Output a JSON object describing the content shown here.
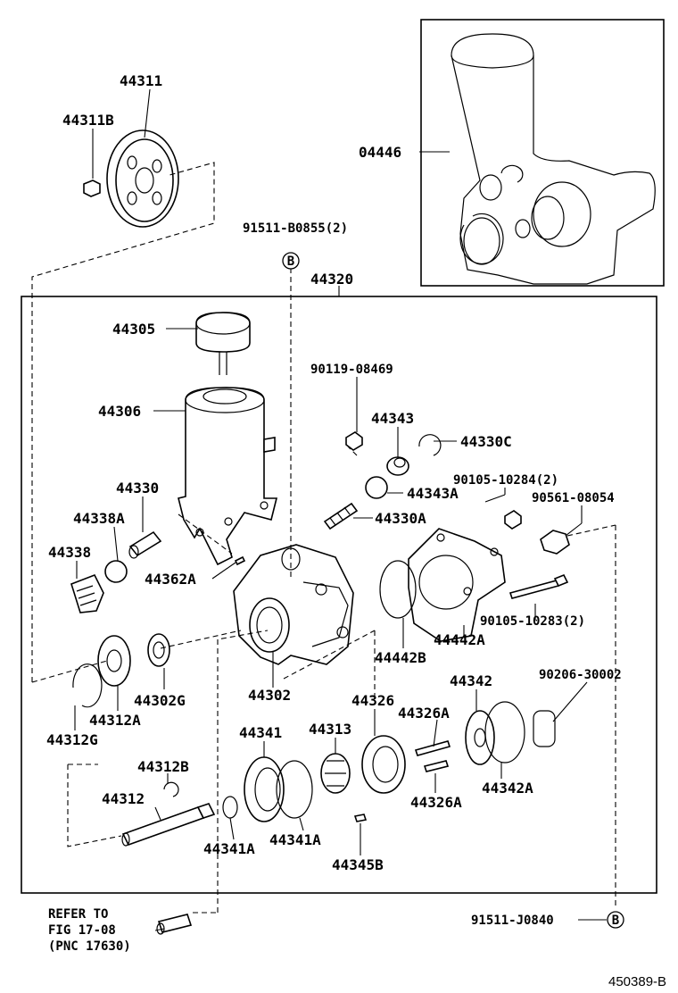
{
  "labels": {
    "p44311": "44311",
    "p44311B": "44311B",
    "p04446": "04446",
    "p91511_B": "91511-B0855(2)",
    "p44320": "44320",
    "p44305": "44305",
    "p90119": "90119-08469",
    "p44306": "44306",
    "p44343": "44343",
    "p44330C": "44330C",
    "p90105_284": "90105-10284(2)",
    "p44343A": "44343A",
    "p44330": "44330",
    "p90561": "90561-08054",
    "p44338A": "44338A",
    "p44330A": "44330A",
    "p44338": "44338",
    "p44362A": "44362A",
    "p90105_283": "90105-10283(2)",
    "p44442A": "44442A",
    "p44442B": "44442B",
    "p44302G": "44302G",
    "p44302": "44302",
    "p44326": "44326",
    "p44342": "44342",
    "p90206": "90206-30002",
    "p44312A": "44312A",
    "p44326A_1": "44326A",
    "p44312G": "44312G",
    "p44341": "44341",
    "p44313": "44313",
    "p44312B": "44312B",
    "p44342A": "44342A",
    "p44312": "44312",
    "p44326A_2": "44326A",
    "p44341A_1": "44341A",
    "p44341A_2": "44341A",
    "p44345B": "44345B",
    "p91511_J": "91511-J0840",
    "refer1": "REFER TO",
    "refer2": "FIG 17-08",
    "refer3": "(PNC 17630)",
    "callout_B": "B",
    "diagram_code": "450389-B"
  }
}
